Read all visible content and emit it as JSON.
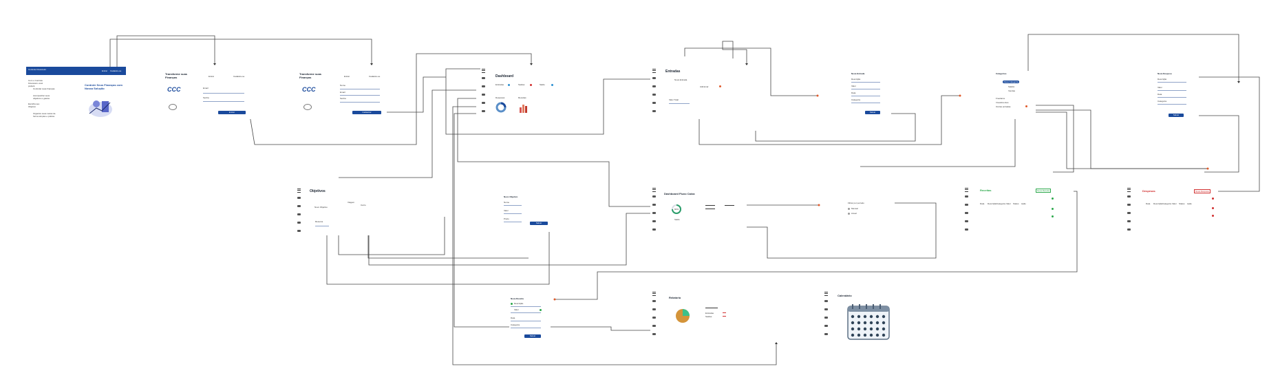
{
  "landing": {
    "brand": "Controle Financeiro",
    "nav_login": "Entrar",
    "nav_register": "Cadastre-se",
    "left_heading": "Com o Controle Financeiro você poderá",
    "feature_1": "Controlar suas finanças",
    "feature_2": "Acompanhar seus objetivos e gastos",
    "left_heading_2": "Escolha seu Objetivo",
    "feature_3": "Organize suas metas de forma simples e prática",
    "hero_title": "Controle Seus Finanças com Nossa Solução"
  },
  "login_screens": [
    {
      "app_title": "Transforme suas Finanças",
      "logo": "CCC",
      "tab_login": "Entrar",
      "tab_register": "Cadastre-se",
      "field_1": "Email",
      "field_2": "Senha",
      "button": "Entrar"
    },
    {
      "app_title": "Transforme suas Finanças",
      "logo": "CCC",
      "tab_login": "Entrar",
      "tab_register": "Cadastre-se",
      "field_1": "Nome",
      "field_2": "Email",
      "field_3": "Senha",
      "button": "Cadastrar"
    }
  ],
  "dashboard": {
    "title": "Dashboard",
    "stat_1": "Entradas",
    "stat_2": "Saídas",
    "stat_3": "Saldo",
    "chart_1": "Despesas",
    "chart_2": "Receitas"
  },
  "entradas": {
    "title": "Entradas",
    "subtitle": "Nova Entrada",
    "total_label": "Valor Total",
    "link": "Adicionar"
  },
  "nova_entrada": {
    "title": "Nova Entrada",
    "field_1": "Descrição",
    "field_2": "Valor",
    "field_3": "Data",
    "field_4": "Categoria",
    "button": "Salvar"
  },
  "categorias": {
    "title": "Categorias",
    "new_button": "Nova Categoria",
    "item_1": "Salário",
    "item_2": "Vendas",
    "item_3": "Freelance",
    "item_4": "Investimentos",
    "item_5": "Outras entradas"
  },
  "nova_despesa": {
    "title": "Nova Despesa",
    "field_1": "Descrição",
    "field_2": "Valor",
    "field_3": "Data",
    "field_4": "Categoria",
    "button": "Salvar"
  },
  "objetivos": {
    "title": "Objetivos",
    "new_button": "Novo Objetivo",
    "item_1": "Viagem",
    "item_2": "Carro",
    "item_3": "Reserva"
  },
  "novo_objetivo": {
    "title": "Novo Objetivo",
    "field_1": "Nome",
    "field_2": "Valor",
    "field_3": "Prazo",
    "button": "Salvar"
  },
  "dashboard_fluxo": {
    "title": "Dashboard Fluxo Caixa",
    "gauge_value": "60%",
    "legend": "Saldo"
  },
  "filtros": {
    "title": "Filtrar por período",
    "option_1": "Mensal",
    "option_2": "Anual"
  },
  "receitas": {
    "title": "Receitas",
    "badge": "Nova Receita",
    "cols": [
      "Data",
      "Descrição",
      "Categoria",
      "Valor",
      "Status",
      "Ação"
    ]
  },
  "despesas": {
    "title": "Despesas",
    "badge": "Nova Despesa",
    "cols": [
      "Data",
      "Descrição",
      "Categoria",
      "Valor",
      "Status",
      "Ação"
    ]
  },
  "nova_receita": {
    "title": "Nova Receita",
    "field_1": "Descrição",
    "field_2": "Valor",
    "field_3": "Data",
    "field_4": "Categoria",
    "button": "Salvar"
  },
  "relatorio": {
    "title": "Relatório",
    "legend_1": "Entradas",
    "legend_2": "Saídas"
  },
  "calendario": {
    "title": "Calendário"
  },
  "colors": {
    "primary": "#1a4a9c",
    "connector": "#333333",
    "arrow_dot": "#e05a2a"
  }
}
